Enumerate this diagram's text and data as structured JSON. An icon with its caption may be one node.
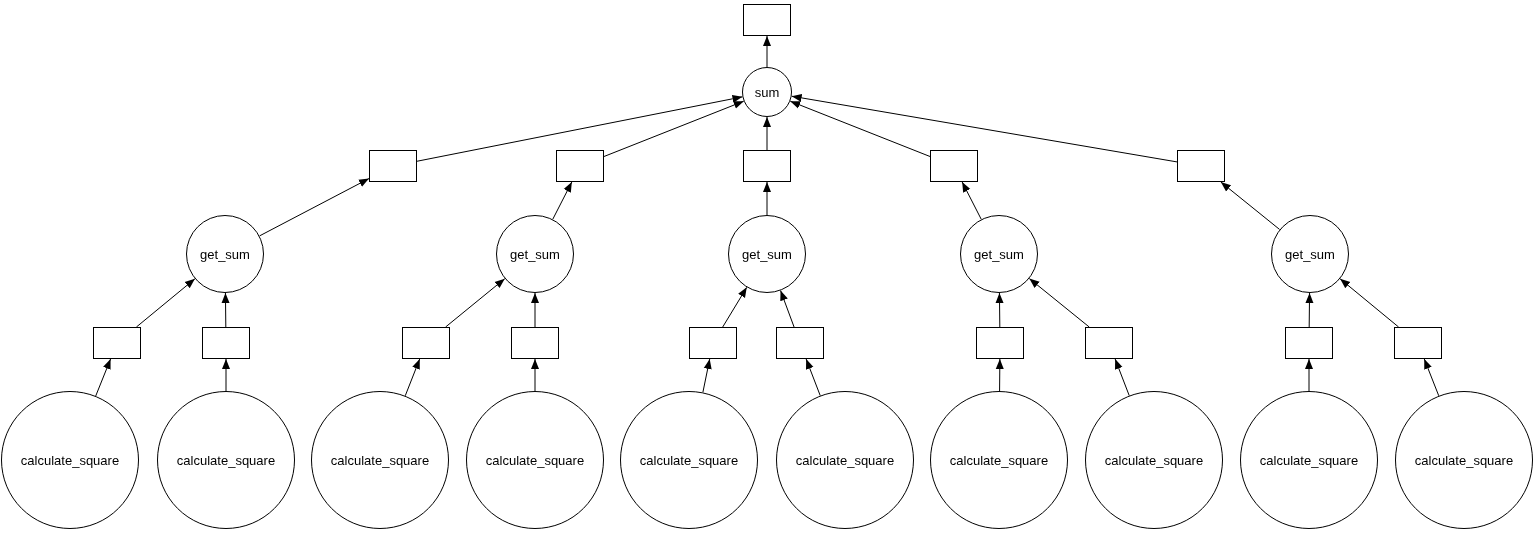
{
  "diagram": {
    "nodes": [
      {
        "text": [],
        "shape": "box"
      },
      {
        "text": [
          "sum"
        ]
      },
      {
        "text": [],
        "shape": "box"
      },
      {
        "text": [],
        "shape": "box"
      },
      {
        "text": [],
        "shape": "box"
      },
      {
        "text": [],
        "shape": "box"
      },
      {
        "text": [],
        "shape": "box"
      },
      {
        "text": [
          "get_sum"
        ]
      },
      {
        "text": [
          "get_sum"
        ]
      },
      {
        "text": [
          "get_sum"
        ]
      },
      {
        "text": [
          "get_sum"
        ]
      },
      {
        "text": [
          "get_sum"
        ]
      },
      {
        "text": [],
        "shape": "box"
      },
      {
        "text": [],
        "shape": "box"
      },
      {
        "text": [],
        "shape": "box"
      },
      {
        "text": [],
        "shape": "box"
      },
      {
        "text": [],
        "shape": "box"
      },
      {
        "text": [],
        "shape": "box"
      },
      {
        "text": [],
        "shape": "box"
      },
      {
        "text": [],
        "shape": "box"
      },
      {
        "text": [],
        "shape": "box"
      },
      {
        "text": [],
        "shape": "box"
      },
      {
        "text": [
          "calculate_square"
        ]
      },
      {
        "text": [
          "calculate_square"
        ]
      },
      {
        "text": [
          "calculate_square"
        ]
      },
      {
        "text": [
          "calculate_square"
        ]
      },
      {
        "text": [
          "calculate_square"
        ]
      },
      {
        "text": [
          "calculate_square"
        ]
      },
      {
        "text": [
          "calculate_square"
        ]
      },
      {
        "text": [
          "calculate_square"
        ]
      },
      {
        "text": [
          "calculate_square"
        ]
      },
      {
        "text": [
          "calculate_square"
        ]
      }
    ],
    "edges": [
      {
        "from": 22,
        "to": 12,
        "arrow": "to"
      },
      {
        "from": 23,
        "to": 13,
        "arrow": "to"
      },
      {
        "from": 24,
        "to": 14,
        "arrow": "to"
      },
      {
        "from": 25,
        "to": 15,
        "arrow": "to"
      },
      {
        "from": 26,
        "to": 16,
        "arrow": "to"
      },
      {
        "from": 27,
        "to": 17,
        "arrow": "to"
      },
      {
        "from": 28,
        "to": 18,
        "arrow": "to"
      },
      {
        "from": 29,
        "to": 19,
        "arrow": "to"
      },
      {
        "from": 30,
        "to": 20,
        "arrow": "to"
      },
      {
        "from": 31,
        "to": 21,
        "arrow": "to"
      },
      {
        "from": 12,
        "to": 7,
        "arrow": "to"
      },
      {
        "from": 13,
        "to": 7,
        "arrow": "to"
      },
      {
        "from": 14,
        "to": 8,
        "arrow": "to"
      },
      {
        "from": 15,
        "to": 8,
        "arrow": "to"
      },
      {
        "from": 16,
        "to": 9,
        "arrow": "to"
      },
      {
        "from": 17,
        "to": 9,
        "arrow": "to"
      },
      {
        "from": 18,
        "to": 10,
        "arrow": "to"
      },
      {
        "from": 19,
        "to": 10,
        "arrow": "to"
      },
      {
        "from": 20,
        "to": 11,
        "arrow": "to"
      },
      {
        "from": 21,
        "to": 11,
        "arrow": "to"
      },
      {
        "from": 7,
        "to": 2,
        "arrow": "to"
      },
      {
        "from": 8,
        "to": 3,
        "arrow": "to"
      },
      {
        "from": 9,
        "to": 4,
        "arrow": "to"
      },
      {
        "from": 10,
        "to": 5,
        "arrow": "to"
      },
      {
        "from": 11,
        "to": 6,
        "arrow": "to"
      },
      {
        "from": 2,
        "to": 1,
        "arrow": "to"
      },
      {
        "from": 3,
        "to": 1,
        "arrow": "to"
      },
      {
        "from": 4,
        "to": 1,
        "arrow": "to"
      },
      {
        "from": 5,
        "to": 1,
        "arrow": "to"
      },
      {
        "from": 6,
        "to": 1,
        "arrow": "to"
      },
      {
        "from": 1,
        "to": 0,
        "arrow": "to"
      }
    ]
  }
}
